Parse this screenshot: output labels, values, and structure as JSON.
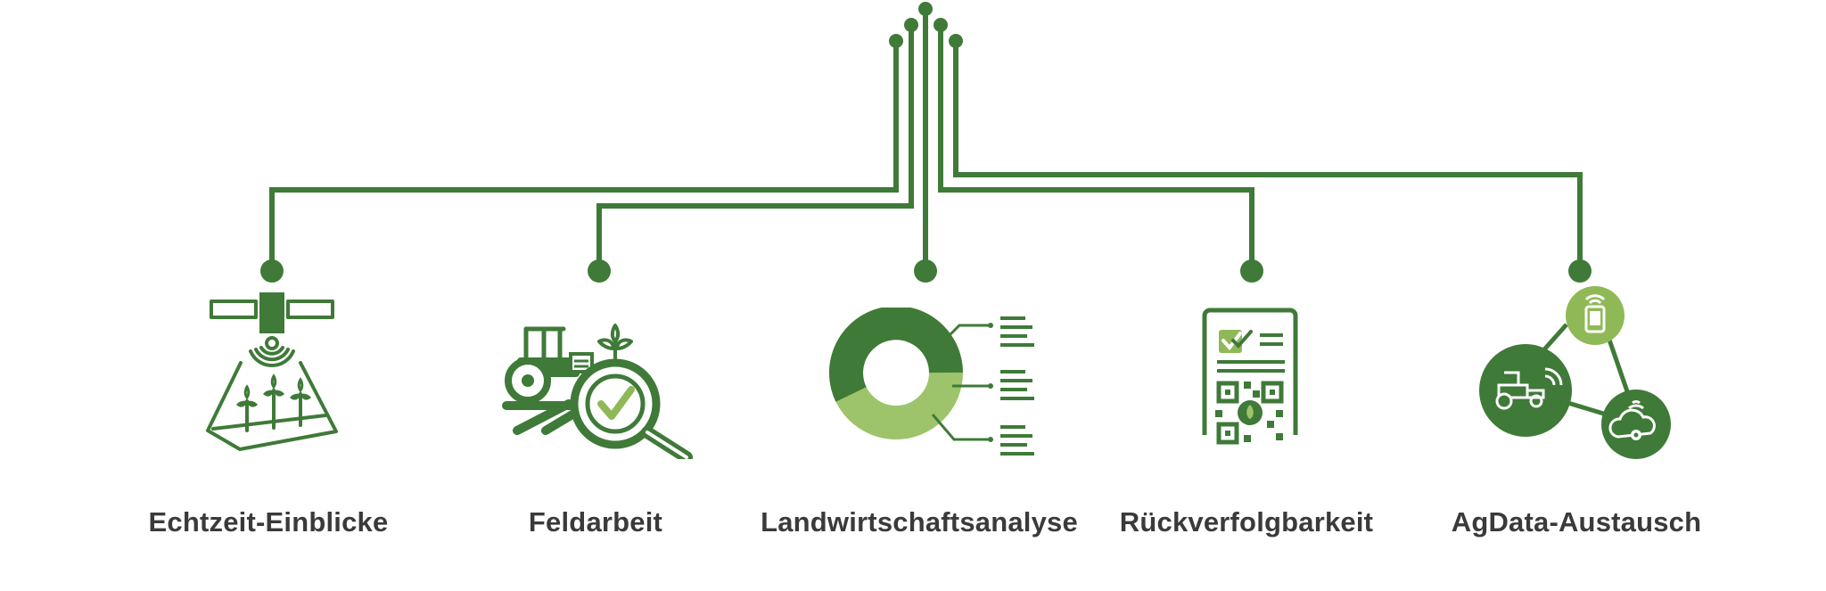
{
  "colors": {
    "primary_green": "#3f7a38",
    "light_green": "#9dc46a",
    "text": "#3a3a3a"
  },
  "items": [
    {
      "label": "Echtzeit-Einblicke",
      "icon": "satellite-field-icon"
    },
    {
      "label": "Feldarbeit",
      "icon": "tractor-inspection-icon"
    },
    {
      "label": "Landwirtschaftsanalyse",
      "icon": "donut-chart-icon"
    },
    {
      "label": "Rückverfolgbarkeit",
      "icon": "traceability-document-icon"
    },
    {
      "label": "AgData-Austausch",
      "icon": "data-exchange-network-icon"
    }
  ]
}
